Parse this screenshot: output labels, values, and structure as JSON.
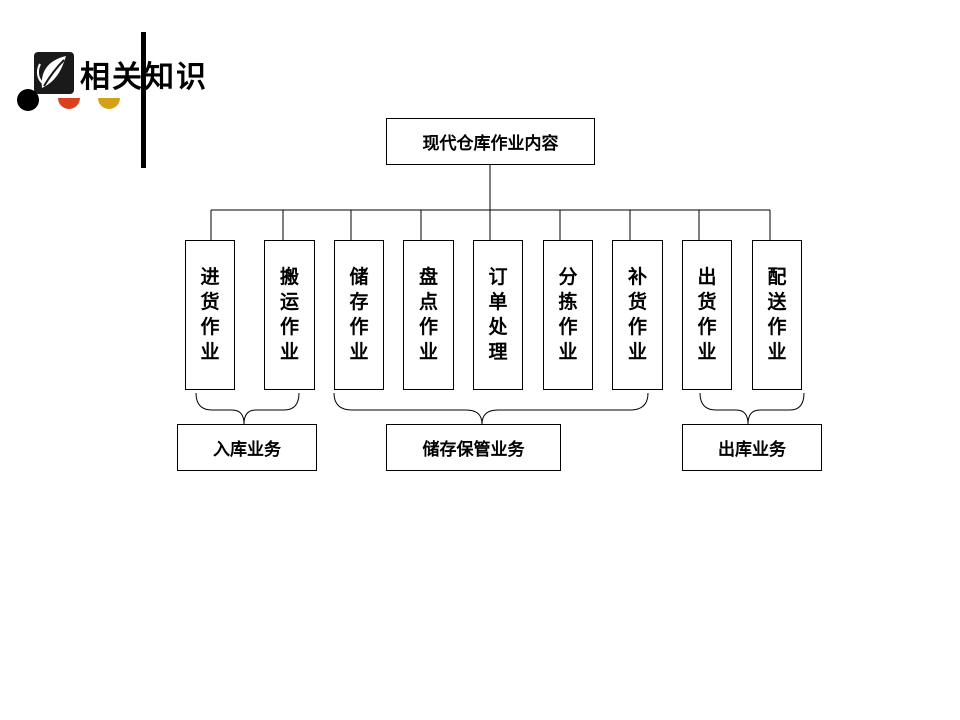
{
  "header": {
    "title": "相关知识",
    "logo_icon": "leaf-logo-icon",
    "dot_colors": [
      "#000000",
      "#d9401e",
      "#d4a017"
    ]
  },
  "diagram": {
    "root": "现代仓库作业内容",
    "operations": [
      {
        "label": "进货作业"
      },
      {
        "label": "搬运作业"
      },
      {
        "label": "储存作业"
      },
      {
        "label": "盘点作业"
      },
      {
        "label": "订单处理"
      },
      {
        "label": "分拣作业"
      },
      {
        "label": "补货作业"
      },
      {
        "label": "出货作业"
      },
      {
        "label": "配送作业"
      }
    ],
    "groups": [
      {
        "label": "入库业务"
      },
      {
        "label": "储存保管业务"
      },
      {
        "label": "出库业务"
      }
    ]
  }
}
